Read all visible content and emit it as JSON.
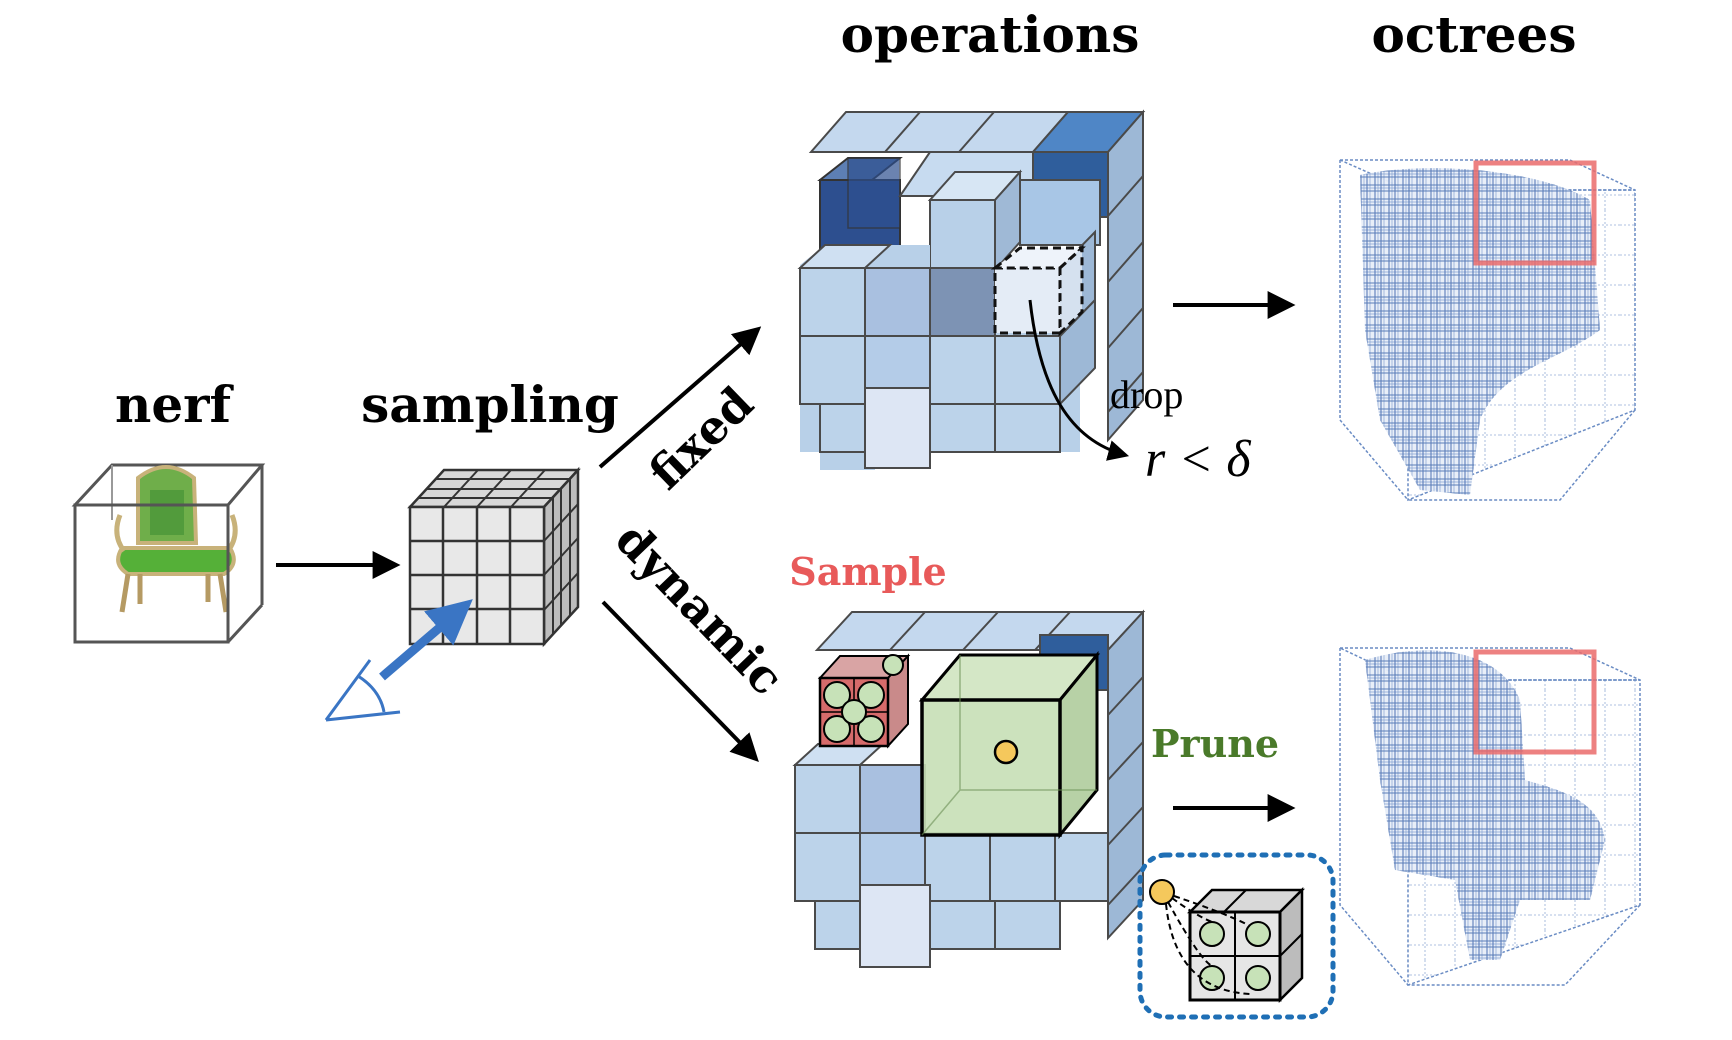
{
  "labels": {
    "operations": "operations",
    "octrees": "octrees",
    "nerf": "nerf",
    "sampling": "sampling",
    "fixed": "fixed",
    "dynamic": "dynamic",
    "drop": "drop",
    "threshold": "r < δ",
    "sample": "Sample",
    "prune": "Prune"
  },
  "colors": {
    "sample_text": "#e85a5a",
    "prune_text": "#4a7a2a",
    "arrow_view": "#3a75c4",
    "octree_blue": "#1f4f9e",
    "highlight_box": "#ea6b6b",
    "cube_light": "#b8d0e8",
    "cube_dark": "#2a4c8c",
    "green_cube": "#c6dfb6",
    "gold_dot": "#f5c85c"
  },
  "icons": [
    "chair-thumbnail",
    "eye-icon",
    "octree-point-cloud"
  ]
}
